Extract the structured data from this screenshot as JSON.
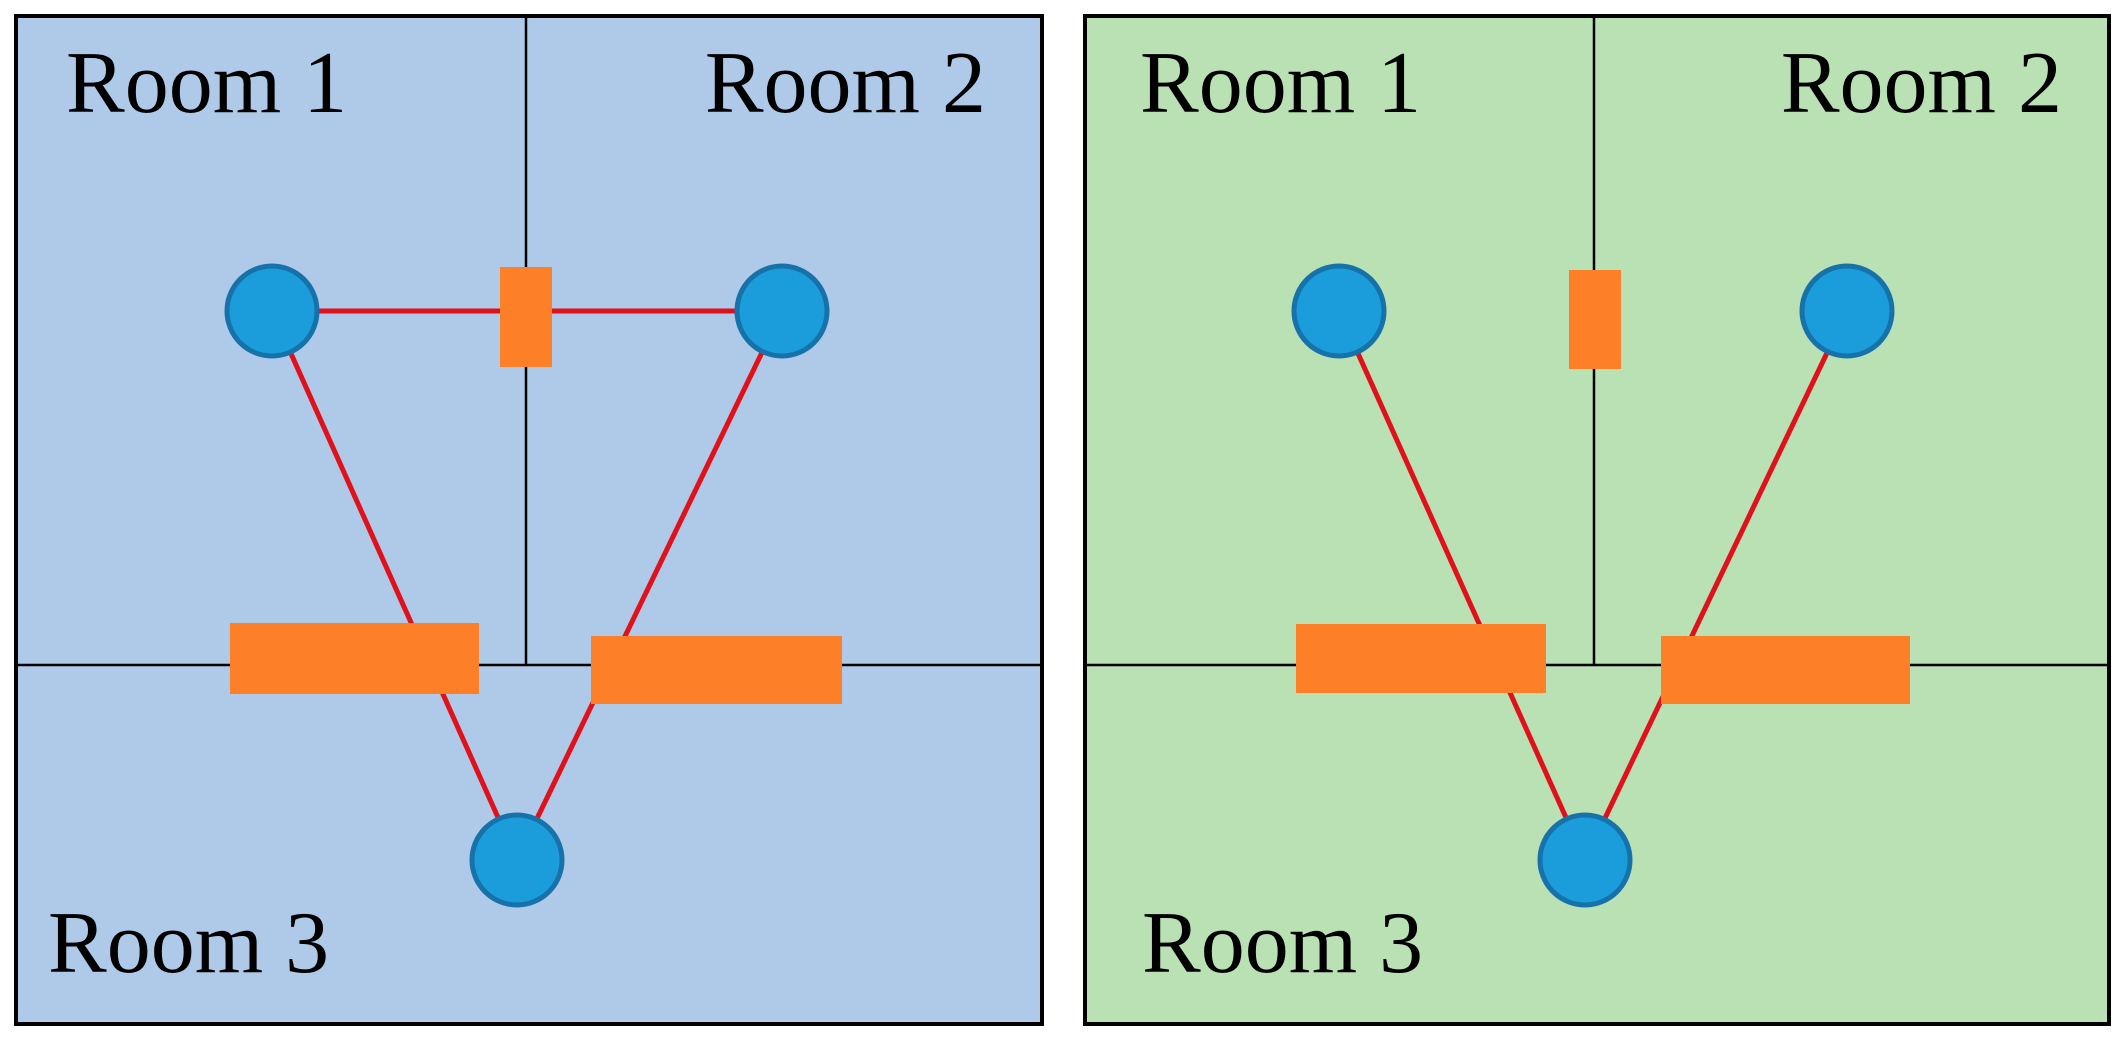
{
  "colors": {
    "panel_left_bg": "#aecae8",
    "panel_right_bg": "#b9e1b4",
    "node_fill": "#1b9ddb",
    "node_stroke": "#1672a8",
    "door_fill": "#fd7f28",
    "edge": "#e0111a",
    "wall": "#000000"
  },
  "panels": [
    {
      "id": "left",
      "rooms": [
        {
          "id": "room1",
          "label": "Room 1"
        },
        {
          "id": "room2",
          "label": "Room 2"
        },
        {
          "id": "room3",
          "label": "Room 3"
        }
      ],
      "nodes": [
        "room1",
        "room2",
        "room3"
      ],
      "doors": [
        "door-1-2",
        "door-1-3",
        "door-2-3"
      ],
      "edges": [
        {
          "from": "room1",
          "to": "room2"
        },
        {
          "from": "room1",
          "to": "room3"
        },
        {
          "from": "room2",
          "to": "room3"
        }
      ]
    },
    {
      "id": "right",
      "rooms": [
        {
          "id": "room1",
          "label": "Room 1"
        },
        {
          "id": "room2",
          "label": "Room 2"
        },
        {
          "id": "room3",
          "label": "Room 3"
        }
      ],
      "nodes": [
        "room1",
        "room2",
        "room3"
      ],
      "doors": [
        "door-1-2",
        "door-1-3",
        "door-2-3"
      ],
      "edges": [
        {
          "from": "room1",
          "to": "room3"
        },
        {
          "from": "room2",
          "to": "room3"
        }
      ]
    }
  ]
}
